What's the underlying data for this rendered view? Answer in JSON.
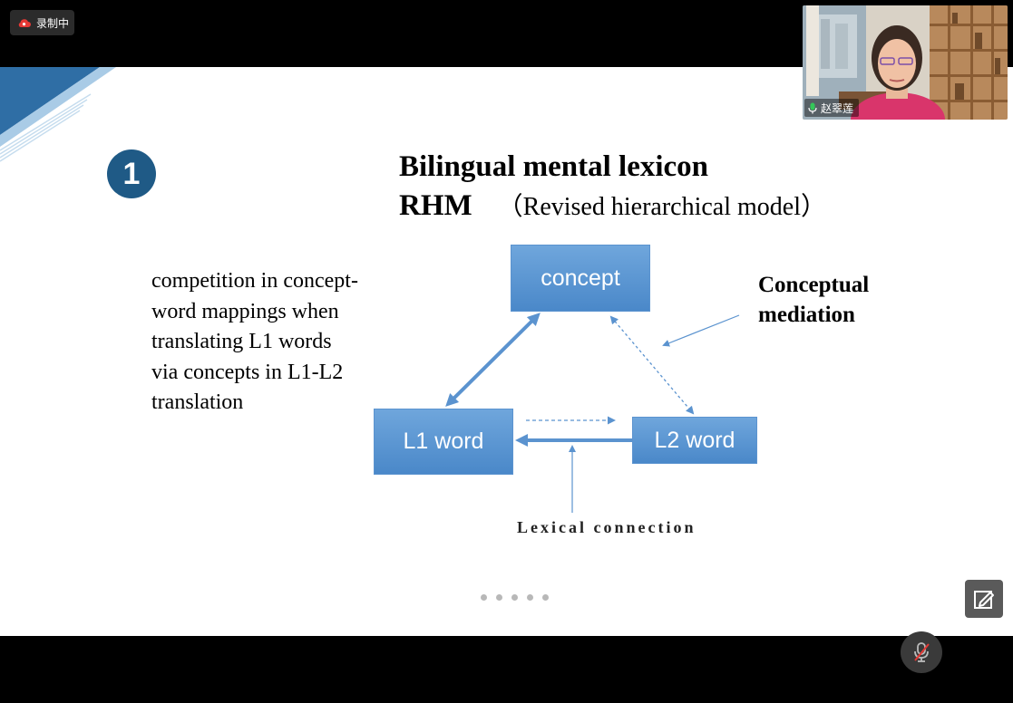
{
  "recording": {
    "label": "录制中",
    "icon": "cloud-record-icon",
    "color": "#e53935"
  },
  "slide": {
    "number": "1",
    "title_line1": "Bilingual mental lexicon",
    "title_rhm": "RHM",
    "title_sub": "（Revised hierarchical model）",
    "left_text": "competition in concept-word mappings when translating L1 words via concepts in L1-L2 translation",
    "diagram": {
      "concept": "concept",
      "l1": "L1 word",
      "l2": "L2 word",
      "conceptual_mediation": "Conceptual mediation",
      "lexical_connection": "Lexical connection"
    },
    "page_dots": 5,
    "colors": {
      "box": "#5b93cf",
      "arrow": "#5b93cf",
      "badge": "#1f5a86"
    }
  },
  "video": {
    "participant_name": "赵翠莲",
    "mic_icon": "mic-on-icon"
  },
  "controls": {
    "annotate_icon": "annotate-icon",
    "mute_icon": "mic-muted-icon"
  }
}
